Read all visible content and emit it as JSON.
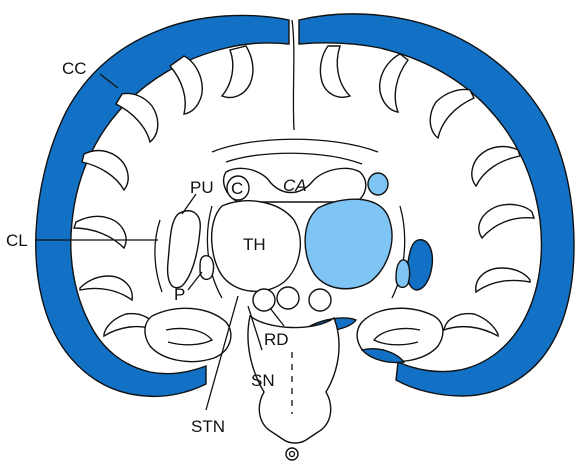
{
  "diagram": {
    "labels": {
      "cc": "CC",
      "pu": "PU",
      "c": "C",
      "ca": "CA",
      "cl": "CL",
      "th": "TH",
      "p": "P",
      "rd": "RD",
      "sn": "SN",
      "stn": "STN"
    },
    "colors": {
      "cortex": "#1271c4",
      "highlight": "#7ec4f5",
      "white_matter": "#ffffff",
      "outline": "#111111"
    }
  }
}
